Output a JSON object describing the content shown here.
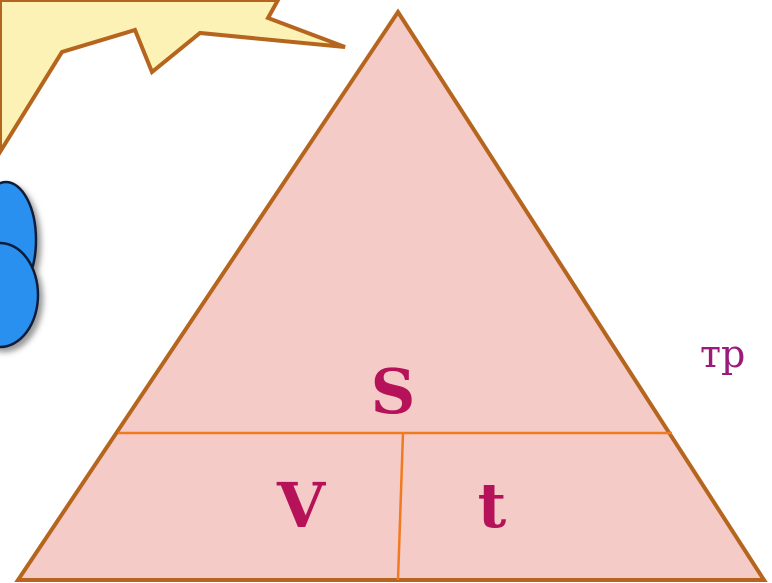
{
  "diagram": {
    "top_label": "S",
    "bottom_left_label": "V",
    "bottom_right_label": "t",
    "side_text": "тр"
  },
  "colors": {
    "triangle_fill": "#f5cbc7",
    "triangle_stroke": "#b5651d",
    "divider_lines": "#f07a20",
    "label_color": "#b5125a",
    "side_text_color": "#9a1b7a",
    "starburst_fill": "#fdf2b5",
    "starburst_stroke": "#b5651d",
    "cloud_fill": "#2b90f0",
    "cloud_stroke": "#0a1f3a"
  }
}
